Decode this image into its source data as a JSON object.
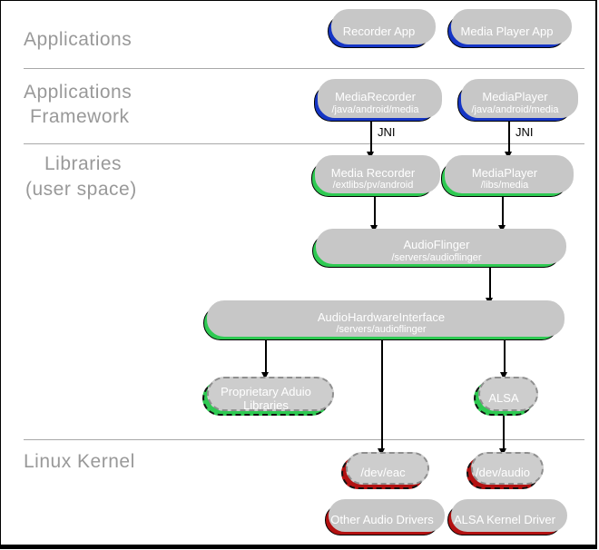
{
  "colors": {
    "blue": "#1535c5",
    "green": "#2eca52",
    "red": "#b31111",
    "shadow": "#c7c7c7",
    "label_gray": "#999999"
  },
  "layers": {
    "applications": "Applications",
    "framework_line1": "Applications",
    "framework_line2": "Framework",
    "libraries_line1": "Libraries",
    "libraries_line2": "(user space)",
    "kernel": "Linux Kernel"
  },
  "connector_labels": {
    "jni_left": "JNI",
    "jni_right": "JNI"
  },
  "nodes": {
    "recorder_app": {
      "title": "Recorder App"
    },
    "media_player_app": {
      "title": "Media Player App"
    },
    "media_recorder_fw": {
      "title": "MediaRecorder",
      "subtitle": "/java/android/media"
    },
    "media_player_fw": {
      "title": "MediaPlayer",
      "subtitle": "/java/android/media"
    },
    "media_recorder_lib": {
      "title": "Media Recorder",
      "subtitle": "/extlibs/pv/android"
    },
    "media_player_lib": {
      "title": "MediaPlayer",
      "subtitle": "/libs/media"
    },
    "audio_flinger": {
      "title": "AudioFlinger",
      "subtitle": "/servers/audioflinger"
    },
    "audio_hardware_interface": {
      "title": "AudioHardwareInterface",
      "subtitle": "/servers/audioflinger"
    },
    "proprietary_audio_libraries": {
      "title": "Proprietary Aduio",
      "subtitle": "Libraries"
    },
    "alsa": {
      "title": "ALSA"
    },
    "dev_eac": {
      "title": "/dev/eac"
    },
    "dev_audio": {
      "title": "/dev/audio"
    },
    "other_audio_drivers": {
      "title": "Other Audio Drivers"
    },
    "alsa_kernel_driver": {
      "title": "ALSA Kernel Driver"
    }
  }
}
